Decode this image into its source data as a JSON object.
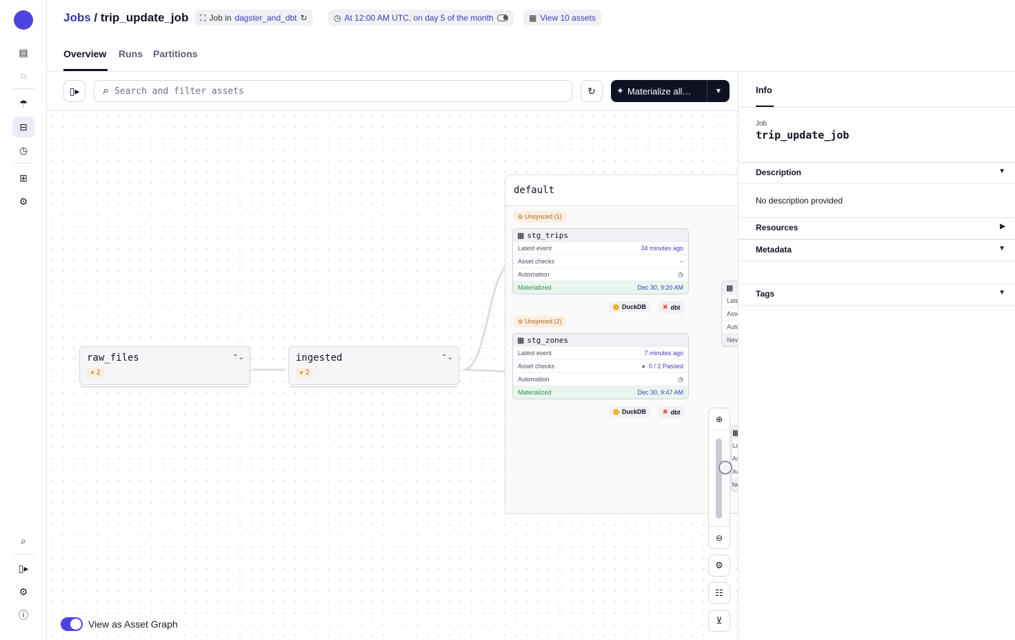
{
  "nav": {
    "items": [
      {
        "icon": "overview-icon"
      },
      {
        "icon": "runs-icon"
      },
      {
        "icon": "assets-icon"
      },
      {
        "icon": "jobs-icon",
        "active": true
      },
      {
        "icon": "automation-icon"
      },
      {
        "icon": "lineage-icon"
      },
      {
        "icon": "settings-icon"
      }
    ],
    "bottom": [
      {
        "icon": "search-icon"
      },
      {
        "icon": "panel-toggle-icon"
      },
      {
        "icon": "settings-icon"
      },
      {
        "icon": "help-icon"
      }
    ]
  },
  "header": {
    "breadcrumb_root": "Jobs",
    "separator": " / ",
    "job_name": "trip_update_job",
    "chips": {
      "job_in": "Job in",
      "location": "dagster_and_dbt",
      "schedule": "At 12:00 AM UTC, on day 5 of the month",
      "schedule_enabled": false,
      "view_assets": "View 10 assets"
    },
    "tabs": [
      {
        "label": "Overview",
        "active": true
      },
      {
        "label": "Runs"
      },
      {
        "label": "Partitions"
      }
    ]
  },
  "toolbar": {
    "search_placeholder": "Search and filter assets",
    "search_value": "",
    "materialize_label": "Materialize all…"
  },
  "graph": {
    "group_name": "default",
    "ops": [
      {
        "name": "raw_files",
        "count": "2"
      },
      {
        "name": "ingested",
        "count": "2"
      }
    ],
    "assets": [
      {
        "unsynced": "Unsynced (1)",
        "name": "stg_trips",
        "latest_event_label": "Latest event",
        "latest_event": "34 minutes ago",
        "checks_label": "Asset checks",
        "checks": "–",
        "automation_label": "Automation",
        "status": "Materialized",
        "status_time": "Dec 30, 9:20 AM",
        "kinds": [
          "DuckDB",
          "dbt"
        ]
      },
      {
        "unsynced": "Unsynced (2)",
        "name": "stg_zones",
        "latest_event_label": "Latest event",
        "latest_event": "7 minutes ago",
        "checks_label": "Asset checks",
        "checks": "0 / 2 Passed",
        "automation_label": "Automation",
        "status": "Materialized",
        "status_time": "Dec 30, 9:47 AM",
        "kinds": [
          "DuckDB",
          "dbt"
        ]
      }
    ],
    "clipped_rows": [
      "Latest event",
      "Asset checks",
      "Automation",
      "Never materialized"
    ],
    "zoom_level": 0.67,
    "view_as_asset_graph": "View as Asset Graph",
    "asset_graph_enabled": true
  },
  "info": {
    "tab": "Info",
    "job_label": "Job",
    "job_name": "trip_update_job",
    "sections": [
      {
        "title": "Description",
        "expanded": true
      },
      {
        "title": "Resources",
        "expanded": false
      },
      {
        "title": "Metadata",
        "expanded": true
      },
      {
        "title": "Tags",
        "expanded": true
      }
    ],
    "description": "No description provided"
  },
  "colors": {
    "accent": "#4f43dd",
    "link": "#4139b8",
    "materialized": "#2e8a57",
    "unsynced": "#a5671c"
  }
}
